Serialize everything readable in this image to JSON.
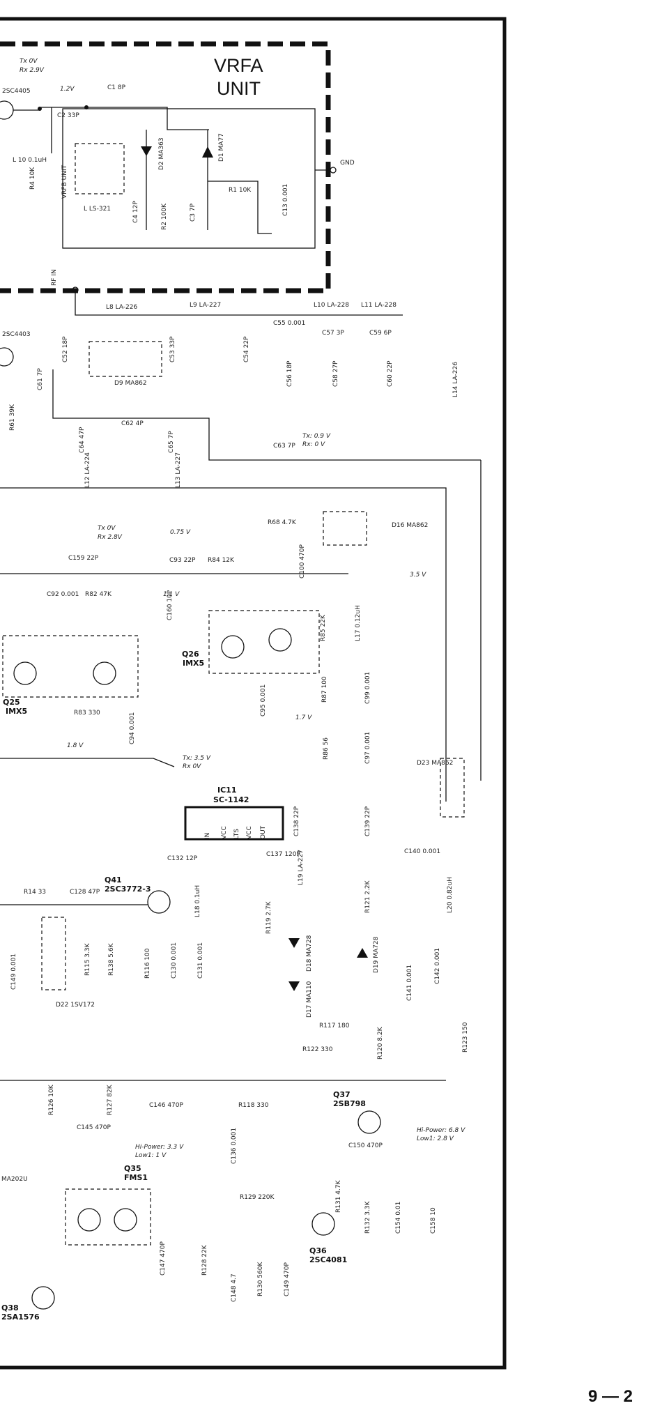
{
  "page_number": "9 — 2",
  "units": {
    "vrfa_line1": "VRFA",
    "vrfa_line2": "UNIT",
    "vrfb": "VRFB UNIT",
    "gnd": "GND",
    "rf_in": "RF IN"
  },
  "transistors": {
    "q_top": "2SC4405",
    "q4": "2SC4403",
    "q25": "Q25",
    "q25_type": "IMX5",
    "q26": "Q26",
    "q26_type": "IMX5",
    "q41": "Q41",
    "q41_type": "2SC3772-3",
    "q37": "Q37",
    "q37_type": "2SB798",
    "q35": "Q35",
    "q35_type": "FMS1",
    "q36": "Q36",
    "q36_type": "2SC4081",
    "q38": "Q38",
    "q38_type": "2SA1576"
  },
  "ic": {
    "name": "IC11",
    "type": "SC-1142",
    "pins": [
      "IN",
      "VCC",
      "LTS",
      "VCC",
      "OUT"
    ]
  },
  "voltages": {
    "v_tx_top": "Tx 0V",
    "v_rx_top": "Rx 2.9V",
    "v_12": "1.2V",
    "v_tx_09": "Tx: 0.9 V",
    "v_rx_09": "Rx: 0 V",
    "v_tx_0": "Tx 0V",
    "v_rx_28": "Rx 2.8V",
    "v_075": "0.75 V",
    "v_11": "1.1 V",
    "v_35": "3.5 V",
    "v_17": "1.7 V",
    "v_18": "1.8 V",
    "v_tx_35": "Tx: 3.5 V",
    "v_rx_0": "Rx 0V",
    "hi_33": "Hi-Power: 3.3 V",
    "low_1": "Low1: 1 V",
    "hi_68": "Hi-Power: 6.8 V",
    "low_28": "Low1: 2.8 V"
  },
  "components": {
    "c1": "C1 8P",
    "c2": "C2 33P",
    "c3": "C3 7P",
    "c4": "C4 12P",
    "c13": "C13 0.001",
    "r1": "R1 10K",
    "r2": "R2 100K",
    "r4": "R4 10K",
    "d1": "D1 MA77",
    "d2": "D2 MA363",
    "l_vrfb": "L LS-321",
    "l_top": "L 10 0.1uH",
    "l8": "L8 LA-226",
    "l9": "L9 LA-227",
    "l10": "L10 LA-228",
    "l11": "L11 LA-228",
    "c52": "C52 18P",
    "c53": "C53 33P",
    "c54": "C54 22P",
    "c55": "C55 0.001",
    "c56": "C56 18P",
    "c57": "C57 3P",
    "c58": "C58 27P",
    "c59": "C59 6P",
    "c60": "C60 22P",
    "d9": "D9 MA862",
    "c61": "C61 7P",
    "r61": "R61 39K",
    "c62": "C62 4P",
    "c63": "C63 7P",
    "c64": "C64 47P",
    "c65": "C65 7P",
    "l12": "L12 LA-224",
    "l13": "L13 LA-227",
    "l14": "L14 LA-226",
    "c159": "C159 22P",
    "c92": "C92 0.001",
    "r82": "R82 47K",
    "r83": "R83 330",
    "c94": "C94 0.001",
    "c93": "C93 22P",
    "r84": "R84 12K",
    "r68": "R68 4.7K",
    "c100": "C100 470P",
    "c160": "C160 10P",
    "d16": "D16 MA862",
    "r85": "R85 22K",
    "l17": "L17 0.12uH",
    "r87": "R87 100",
    "c95": "C95 0.001",
    "c99": "C99 0.001",
    "r86": "R86 56",
    "c97": "C97 0.001",
    "d23": "D23 MA862",
    "r14": "R14 33",
    "c128": "C128 47P",
    "c132": "C132 12P",
    "c137": "C137 120P",
    "c138": "C138 22P",
    "c139": "C139 22P",
    "c140": "C140 0.001",
    "d22": "D22 1SV172",
    "r115": "R115 3.3K",
    "r138": "R138 5.6K",
    "r116": "R116 100",
    "c130": "C130 0.001",
    "c131": "C131 0.001",
    "l18": "L18 0.1uH",
    "l19": "L19 LA-227",
    "r119": "R119 2.7K",
    "d18": "D18 MA728",
    "d17": "D17 MA110",
    "r121": "R121 2.2K",
    "d19": "D19 MA728",
    "l20": "L20 0.82uH",
    "c141": "C141 0.001",
    "c142": "C142 0.001",
    "c149": "C149 0.001",
    "r117": "R117 180",
    "r122": "R122 330",
    "r120": "R120 8.2K",
    "r123": "R123 150",
    "r126": "R126 10K",
    "r127": "R127 82K",
    "c146": "C146 470P",
    "r118": "R118 330",
    "c136": "C136 0.001",
    "c145": "C145 470P",
    "d_ma202": "MA202U",
    "c150": "C150 470P",
    "r131": "R131 4.7K",
    "r132": "R132 3.3K",
    "c154": "C154 0.01",
    "c158": "C158 10",
    "r129": "R129 220K",
    "c147": "C147 470P",
    "r128": "R128 22K",
    "c148": "C148 4.7",
    "r130": "R130 560K",
    "c149b": "C149 470P"
  }
}
